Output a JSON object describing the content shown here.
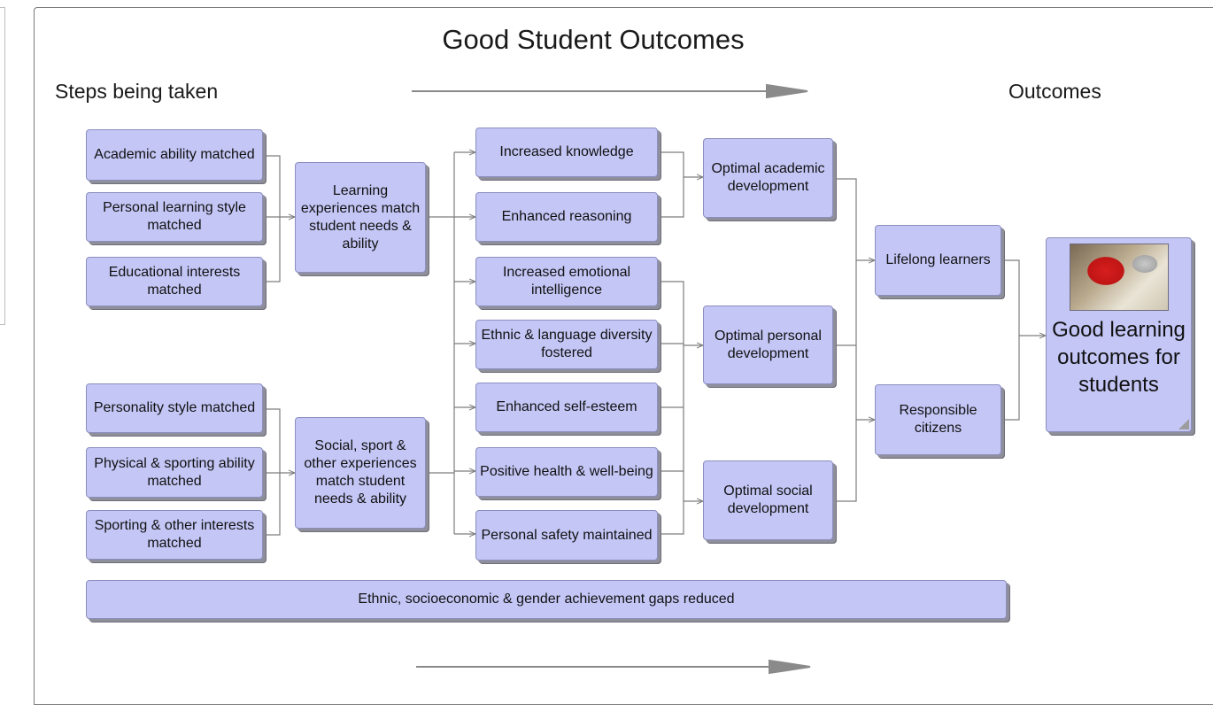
{
  "title": "Good Student Outcomes",
  "labels": {
    "steps": "Steps being taken",
    "outcomes": "Outcomes"
  },
  "nodes": {
    "academic_ability": "Academic ability matched",
    "learning_style": "Personal learning style matched",
    "educational_interests": "Educational interests matched",
    "personality_style": "Personality style matched",
    "physical_sporting": "Physical & sporting ability matched",
    "sporting_interests": "Sporting & other interests matched",
    "learning_experiences": "Learning experiences match student needs & ability",
    "social_experiences": "Social, sport & other experiences match student needs & ability",
    "increased_knowledge": "Increased knowledge",
    "enhanced_reasoning": "Enhanced reasoning",
    "emotional_intelligence": "Increased emotional intelligence",
    "ethnic_diversity": "Ethnic & language diversity fostered",
    "self_esteem": "Enhanced self-esteem",
    "health_wellbeing": "Positive health & well-being",
    "personal_safety": "Personal safety maintained",
    "academic_development": "Optimal academic development",
    "personal_development": "Optimal personal development",
    "social_development": "Optimal social development",
    "lifelong_learners": "Lifelong learners",
    "responsible_citizens": "Responsible citizens",
    "good_outcomes": "Good learning outcomes for students",
    "gaps_reduced": "Ethnic, socioeconomic & gender achievement gaps reduced"
  },
  "colors": {
    "node_fill": "#c4c6f6",
    "node_border": "#8c8fbe",
    "connector": "#7d7d7d",
    "arrow": "#8a8a8a"
  },
  "icons": {
    "photo": "student-photo"
  }
}
